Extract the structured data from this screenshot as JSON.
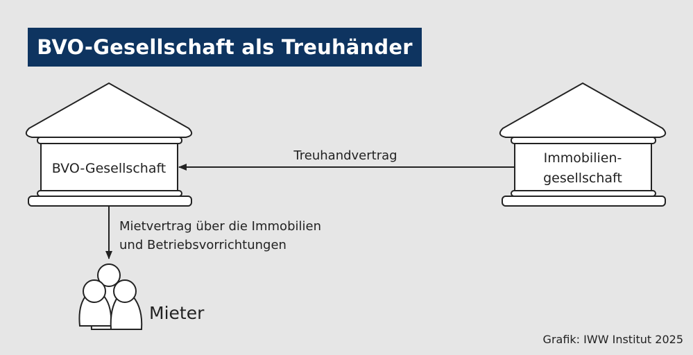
{
  "title": "BVO-Gesellschaft als Treuhänder",
  "nodes": {
    "bvo": "BVO-Gesellschaft",
    "immobilien_line1": "Immobilien-",
    "immobilien_line2": "gesellschaft",
    "mieter": "Mieter"
  },
  "edges": {
    "treuhand": "Treuhandvertrag",
    "miet_line1": "Mietvertrag über die Immobilien",
    "miet_line2": "und Betriebsvorrichtungen"
  },
  "credit": "Grafik: IWW Institut 2025",
  "colors": {
    "title_bg": "#0e3460",
    "background": "#e6e6e6"
  }
}
